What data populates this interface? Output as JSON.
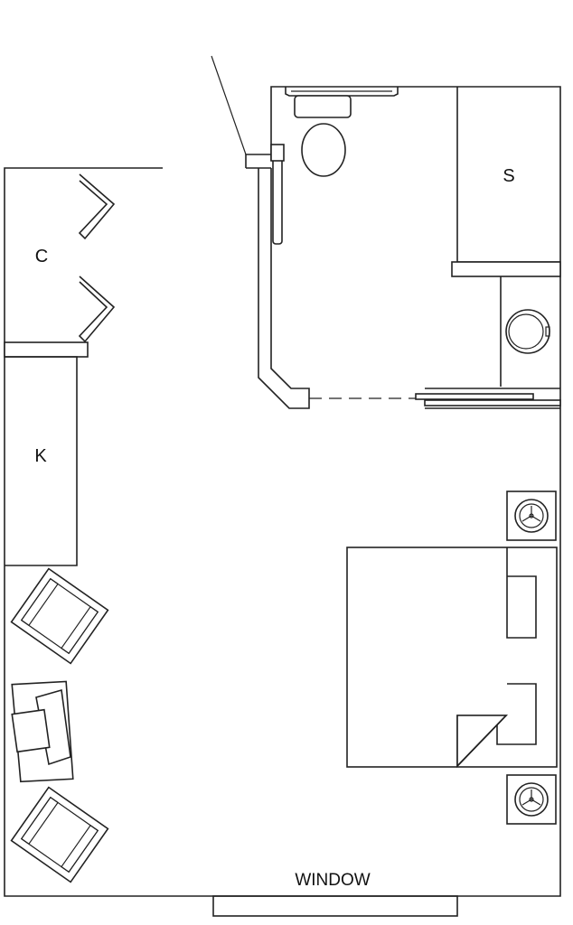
{
  "labels": {
    "closet": "C",
    "kitchen": "K",
    "shower": "S",
    "window": "WINDOW"
  }
}
